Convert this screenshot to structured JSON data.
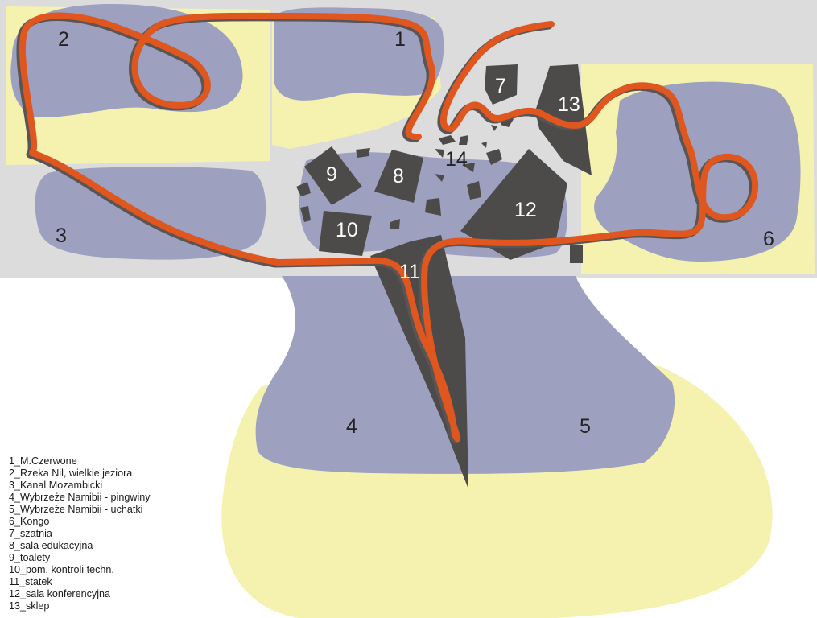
{
  "zones": [
    {
      "id": "1",
      "label": "1"
    },
    {
      "id": "2",
      "label": "2"
    },
    {
      "id": "3",
      "label": "3"
    },
    {
      "id": "4",
      "label": "4"
    },
    {
      "id": "5",
      "label": "5"
    },
    {
      "id": "6",
      "label": "6"
    },
    {
      "id": "7",
      "label": "7"
    },
    {
      "id": "8",
      "label": "8"
    },
    {
      "id": "9",
      "label": "9"
    },
    {
      "id": "10",
      "label": "10"
    },
    {
      "id": "11",
      "label": "11"
    },
    {
      "id": "12",
      "label": "12"
    },
    {
      "id": "13",
      "label": "13"
    },
    {
      "id": "14",
      "label": "14"
    }
  ],
  "legend": [
    "1_M.Czerwone",
    "2_Rzeka Nil, wielkie jeziora",
    "3_Kanal Mozambicki",
    "4_Wybrzeże Namibii - pingwiny",
    "5_Wybrzeże Namibii - uchatki",
    "6_Kongo",
    "7_szatnia",
    "8_sala edukacyjna",
    "9_toalety",
    "10_pom. kontroli techn.",
    "11_statek",
    "12_sala konferencyjna",
    "13_sklep"
  ],
  "colors": {
    "background_band": "#dcdcdc",
    "sand": "#f5f2b0",
    "water": "#9ea0c0",
    "building": "#4d4a4a",
    "path_orange": "#e0561f",
    "path_shadow": "#5a5555"
  }
}
